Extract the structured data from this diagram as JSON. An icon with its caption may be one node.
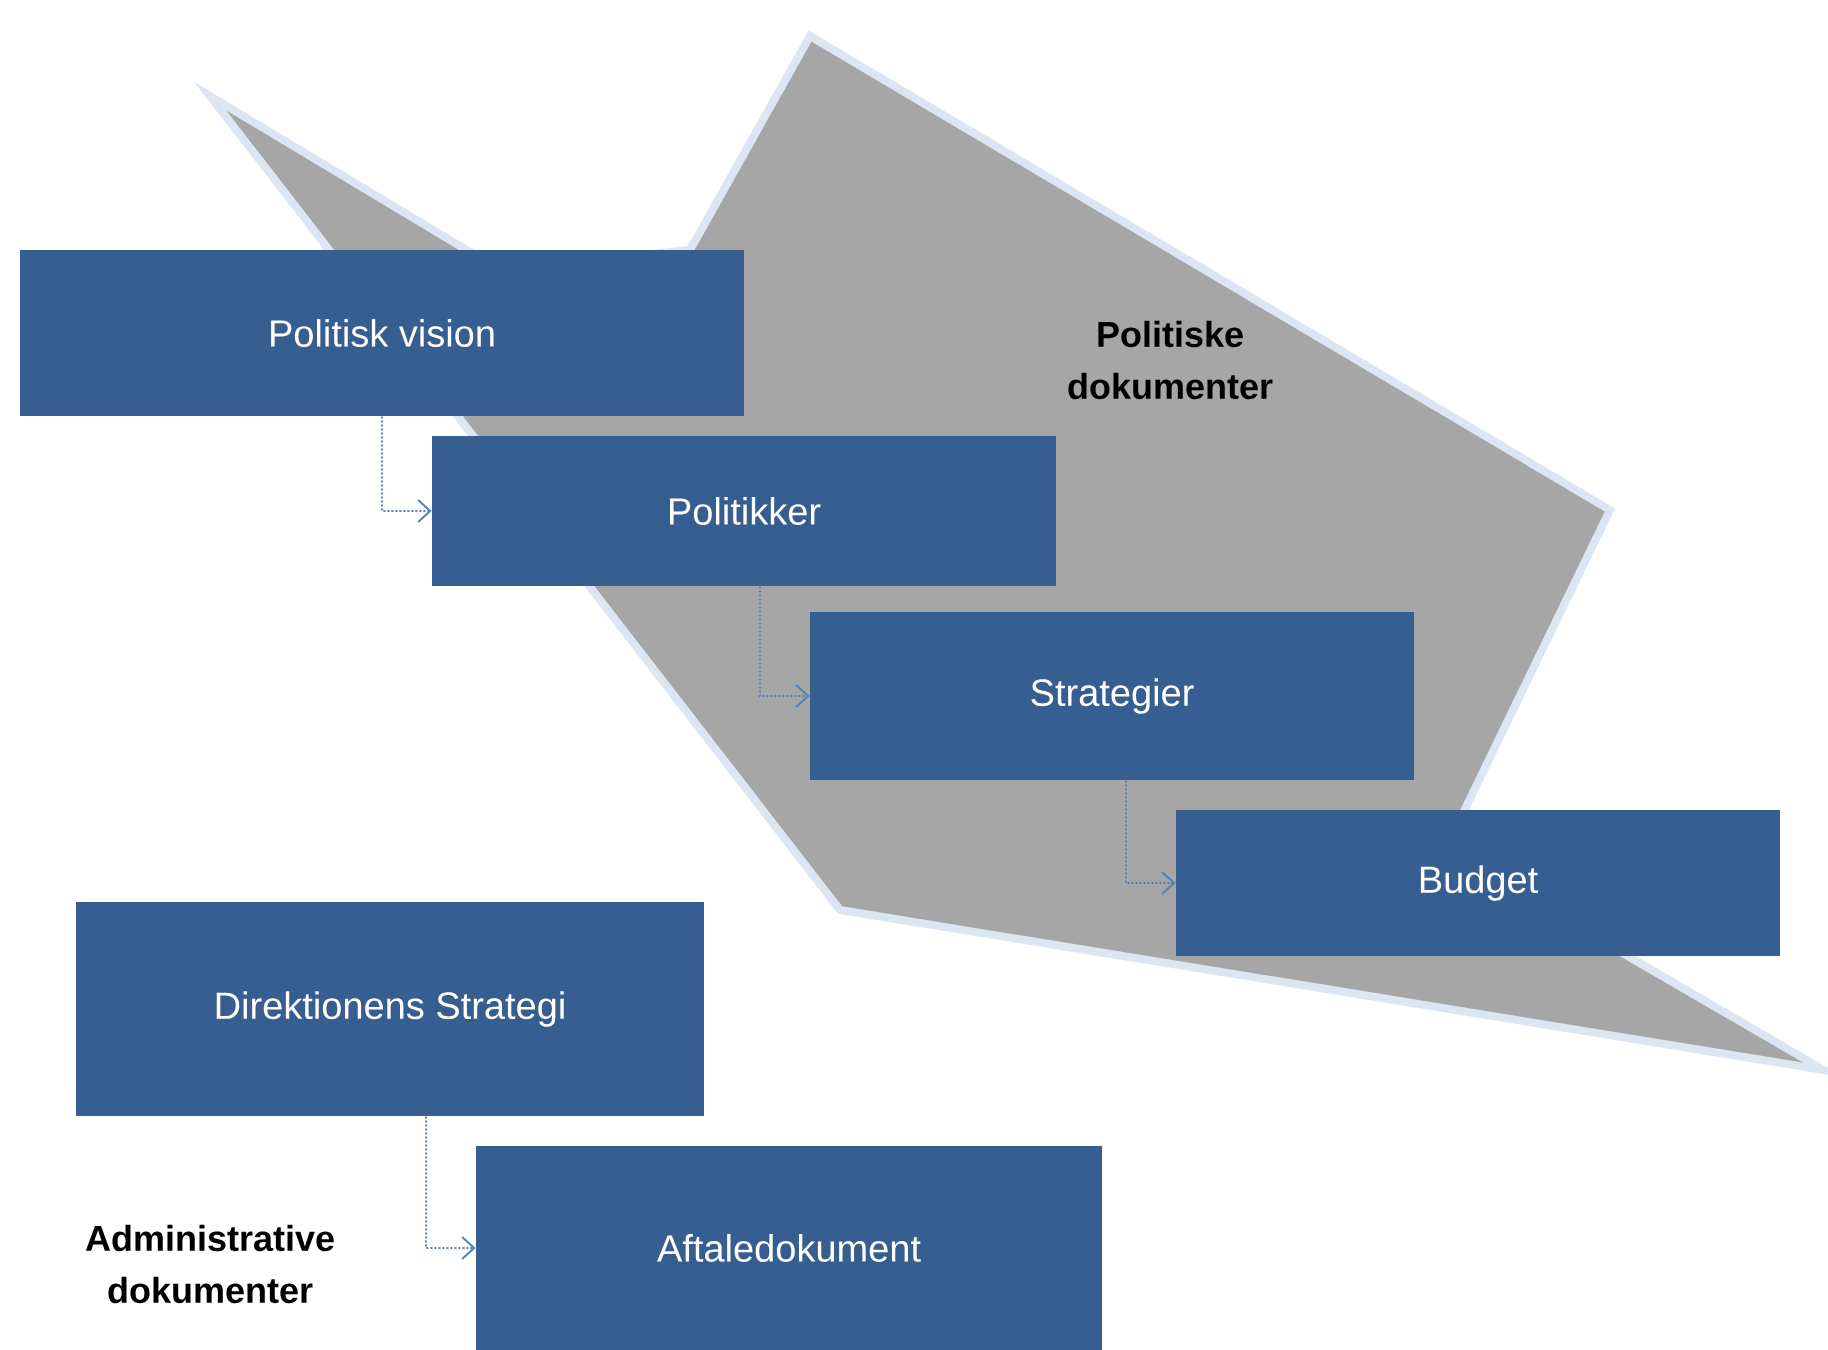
{
  "diagram": {
    "nodes": [
      {
        "text": [
          "Politisk vision"
        ]
      },
      {
        "text": [
          "Politikker"
        ]
      },
      {
        "text": [
          "Strategier"
        ]
      },
      {
        "text": [
          "Budget"
        ]
      },
      {
        "text": [
          "Direktionens Strategi"
        ]
      },
      {
        "text": [
          "Aftaledokument"
        ]
      }
    ],
    "edges": [
      {
        "from": 0,
        "to": 1,
        "arrow": "to"
      },
      {
        "from": 1,
        "to": 2,
        "arrow": "to"
      },
      {
        "from": 2,
        "to": 3,
        "arrow": "to"
      },
      {
        "from": 4,
        "to": 5,
        "arrow": "to"
      }
    ],
    "labels": [
      "Politiske dokumenter",
      "Administrative dokumenter"
    ]
  }
}
